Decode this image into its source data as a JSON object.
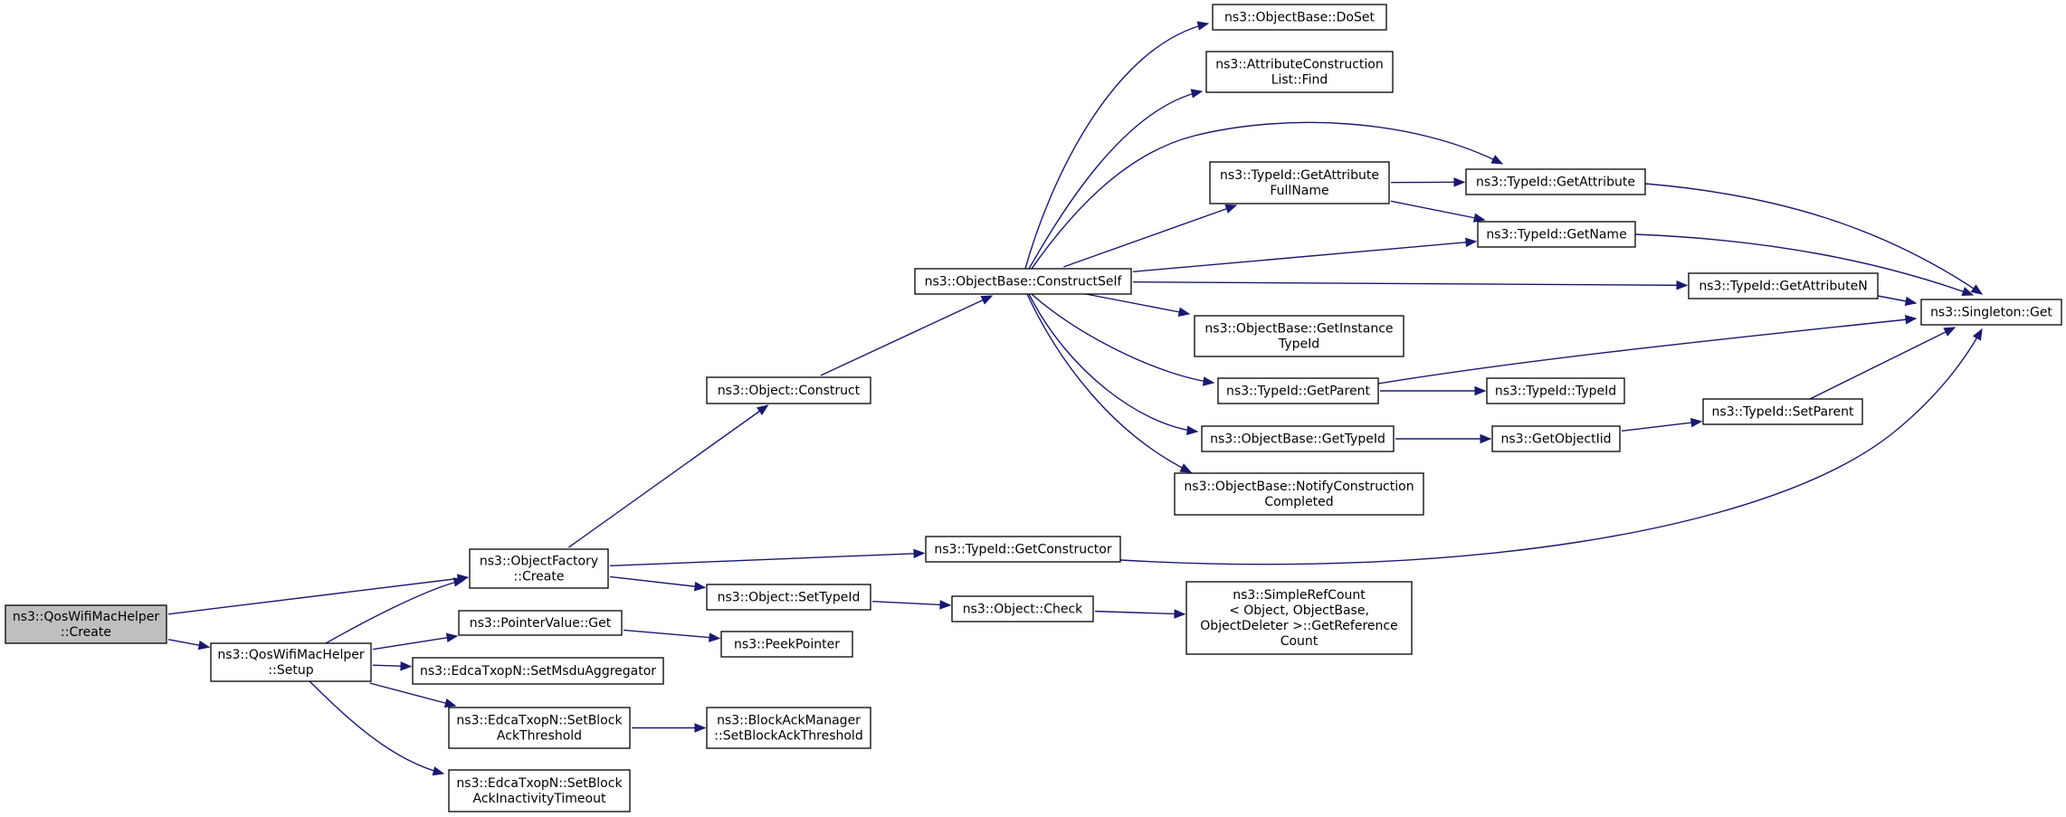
{
  "nodes": [
    {
      "id": "n0",
      "lines": [
        "ns3::QosWifiMacHelper",
        "::Create"
      ],
      "root": true
    },
    {
      "id": "n1",
      "lines": [
        "ns3::ObjectFactory",
        "::Create"
      ]
    },
    {
      "id": "n2",
      "lines": [
        "ns3::QosWifiMacHelper",
        "::Setup"
      ]
    },
    {
      "id": "n3",
      "lines": [
        "ns3::Object::Construct"
      ]
    },
    {
      "id": "n4",
      "lines": [
        "ns3::Object::SetTypeId"
      ]
    },
    {
      "id": "n5",
      "lines": [
        "ns3::TypeId::GetConstructor"
      ]
    },
    {
      "id": "n6",
      "lines": [
        "ns3::ObjectBase::ConstructSelf"
      ]
    },
    {
      "id": "n7",
      "lines": [
        "ns3::ObjectBase::DoSet"
      ]
    },
    {
      "id": "n8",
      "lines": [
        "ns3::AttributeConstruction",
        "List::Find"
      ]
    },
    {
      "id": "n9",
      "lines": [
        "ns3::TypeId::GetAttribute"
      ]
    },
    {
      "id": "n10",
      "lines": [
        "ns3::TypeId::GetAttribute",
        "FullName"
      ]
    },
    {
      "id": "n11",
      "lines": [
        "ns3::TypeId::GetName"
      ]
    },
    {
      "id": "n12",
      "lines": [
        "ns3::TypeId::GetAttributeN"
      ]
    },
    {
      "id": "n13",
      "lines": [
        "ns3::ObjectBase::GetInstance",
        "TypeId"
      ]
    },
    {
      "id": "n14",
      "lines": [
        "ns3::TypeId::GetParent"
      ]
    },
    {
      "id": "n15",
      "lines": [
        "ns3::ObjectBase::GetTypeId"
      ]
    },
    {
      "id": "n16",
      "lines": [
        "ns3::ObjectBase::NotifyConstruction",
        "Completed"
      ]
    },
    {
      "id": "n17",
      "lines": [
        "ns3::Singleton::Get"
      ]
    },
    {
      "id": "n18",
      "lines": [
        "ns3::TypeId::TypeId"
      ]
    },
    {
      "id": "n19",
      "lines": [
        "ns3::GetObjectIid"
      ]
    },
    {
      "id": "n20",
      "lines": [
        "ns3::TypeId::SetParent"
      ]
    },
    {
      "id": "n21",
      "lines": [
        "ns3::Object::Check"
      ]
    },
    {
      "id": "n22",
      "lines": [
        "ns3::SimpleRefCount",
        "< Object, ObjectBase,",
        "ObjectDeleter >::GetReference",
        "Count"
      ]
    },
    {
      "id": "n23",
      "lines": [
        "ns3::PointerValue::Get"
      ]
    },
    {
      "id": "n24",
      "lines": [
        "ns3::PeekPointer"
      ]
    },
    {
      "id": "n25",
      "lines": [
        "ns3::EdcaTxopN::SetMsduAggregator"
      ]
    },
    {
      "id": "n26",
      "lines": [
        "ns3::EdcaTxopN::SetBlock",
        "AckThreshold"
      ]
    },
    {
      "id": "n27",
      "lines": [
        "ns3::BlockAckManager",
        "::SetBlockAckThreshold"
      ]
    },
    {
      "id": "n28",
      "lines": [
        "ns3::EdcaTxopN::SetBlock",
        "AckInactivityTimeout"
      ]
    }
  ],
  "edges": [
    {
      "from": "n0",
      "to": "n1"
    },
    {
      "from": "n0",
      "to": "n2"
    },
    {
      "from": "n2",
      "to": "n1"
    },
    {
      "from": "n1",
      "to": "n3"
    },
    {
      "from": "n1",
      "to": "n4"
    },
    {
      "from": "n1",
      "to": "n5"
    },
    {
      "from": "n3",
      "to": "n6"
    },
    {
      "from": "n6",
      "to": "n7"
    },
    {
      "from": "n6",
      "to": "n8"
    },
    {
      "from": "n6",
      "to": "n9"
    },
    {
      "from": "n6",
      "to": "n10"
    },
    {
      "from": "n6",
      "to": "n11"
    },
    {
      "from": "n6",
      "to": "n12"
    },
    {
      "from": "n6",
      "to": "n13"
    },
    {
      "from": "n6",
      "to": "n14"
    },
    {
      "from": "n6",
      "to": "n15"
    },
    {
      "from": "n6",
      "to": "n16"
    },
    {
      "from": "n10",
      "to": "n9"
    },
    {
      "from": "n10",
      "to": "n11"
    },
    {
      "from": "n9",
      "to": "n17"
    },
    {
      "from": "n11",
      "to": "n17"
    },
    {
      "from": "n12",
      "to": "n17"
    },
    {
      "from": "n14",
      "to": "n17"
    },
    {
      "from": "n14",
      "to": "n18"
    },
    {
      "from": "n15",
      "to": "n19"
    },
    {
      "from": "n19",
      "to": "n20"
    },
    {
      "from": "n20",
      "to": "n17"
    },
    {
      "from": "n5",
      "to": "n17"
    },
    {
      "from": "n4",
      "to": "n21"
    },
    {
      "from": "n21",
      "to": "n22"
    },
    {
      "from": "n2",
      "to": "n23"
    },
    {
      "from": "n23",
      "to": "n24"
    },
    {
      "from": "n2",
      "to": "n25"
    },
    {
      "from": "n2",
      "to": "n26"
    },
    {
      "from": "n26",
      "to": "n27"
    },
    {
      "from": "n2",
      "to": "n28"
    }
  ]
}
